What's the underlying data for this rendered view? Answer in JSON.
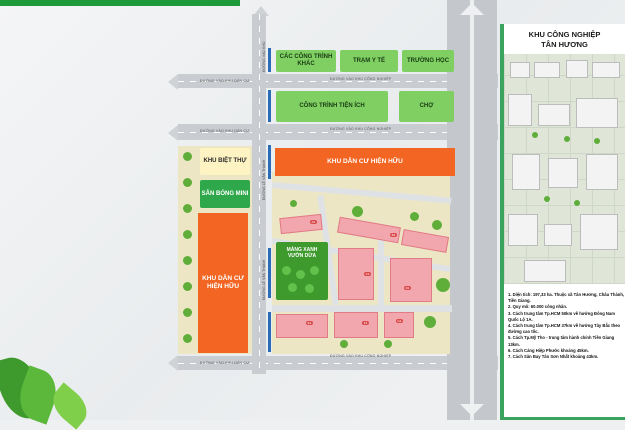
{
  "header": {
    "brand_color": "#1f9a3a"
  },
  "panel": {
    "title_line1": "KHU CÔNG NGHIỆP",
    "title_line2": "TÂN HƯƠNG",
    "info": [
      "1. Diện tích: 197,33 ha. Thuộc xã Tân Hương, Châu Thành, Tiền Giang.",
      "2. Quy mô: 60.000 công nhân.",
      "3. Cách trung tâm Tp.HCM 50km về hướng Đông Nam Quốc Lộ 1A.",
      "4. Cách trung tâm Tp.HCM 37km về hướng Tây Bắc theo đường cao tốc.",
      "5. Cách Tp.Mỹ Tho - trung tâm hành chính Tiền Giang 13km.",
      "6. Cách Cảng Hiệp Phước khoảng 45km.",
      "7. Cách Sân Bay Tân Sơn Nhất khoảng 43km."
    ]
  },
  "zones": {
    "cac_cong_trinh_khac": "CÁC CÔNG TRÌNH KHÁC",
    "tram_y_te": "TRẠM Y TẾ",
    "truong_hoc": "TRƯỜNG HỌC",
    "cong_trinh_tien_ich": "CÔNG TRÌNH TIỆN ÍCH",
    "cho": "CHỢ",
    "khu_dan_cu_hien_huu_top": "KHU DÂN CƯ HIỆN HỮU",
    "khu_biet_thu": "KHU BIỆT THỰ",
    "san_bong_mini": "SÂN BÓNG MINI",
    "khu_dan_cu_hien_huu_left": "KHU DÂN CƯ HIỆN HỮU",
    "mang_xanh_vuon_dua": "MẢNG XANH VƯỜN DỪA"
  },
  "roads": {
    "road_top": "ĐƯỜNG VÀO KHU DÂN CƯ",
    "road_top_mid": "ĐƯỜNG VÀO KHU CÔNG NGHIỆP",
    "road_second": "ĐƯỜNG VÀO KHU DÂN CƯ",
    "road_second_mid": "ĐƯỜNG VÀO KHU CÔNG NGHIỆP",
    "road_bottom": "ĐƯỜNG VÀO KHU DÂN CƯ",
    "road_bottom_mid": "ĐƯỜNG VÀO KHU CÔNG NGHIỆP",
    "vroad1": "ĐƯỜNG VÀO KHU",
    "vroad2": "ĐƯỜNG LÊ VĂN THẠNH",
    "vroad3": "ĐƯỜNG LÊ VĂN THẠNH"
  },
  "lots": {
    "l1": "A1",
    "l2": "B1",
    "l3": "C1",
    "l4": "D1",
    "l5": "E1",
    "l6": "F1",
    "l7": "G1",
    "l8": "H1"
  }
}
